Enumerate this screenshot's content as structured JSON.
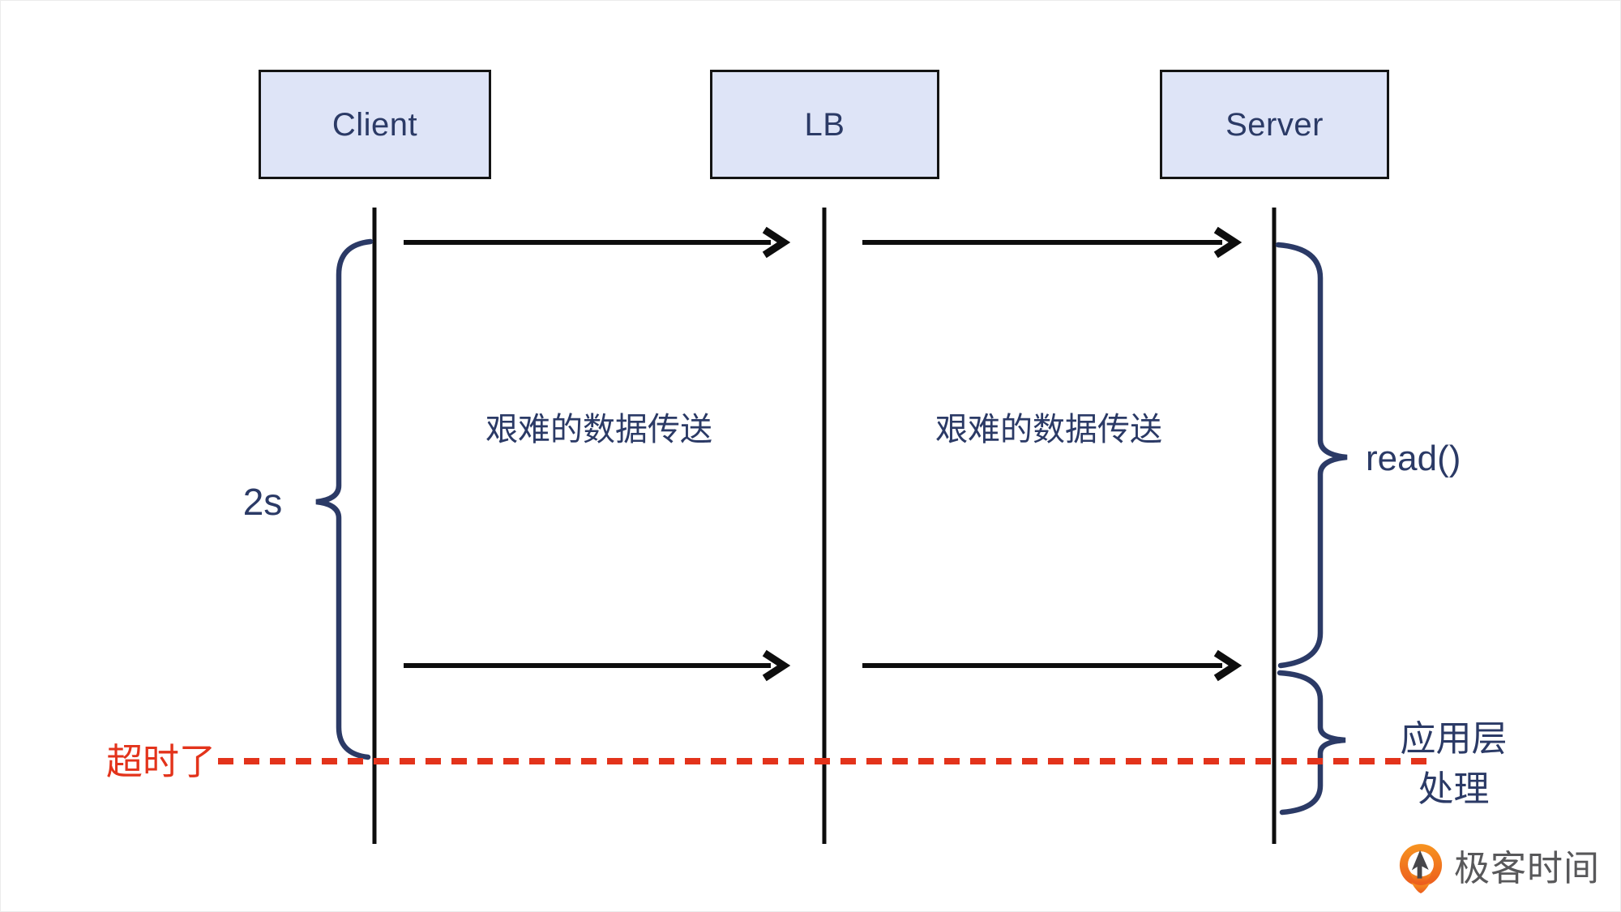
{
  "diagram": {
    "title_hint": "sequence-diagram-timeout",
    "actors": [
      {
        "label": "Client"
      },
      {
        "label": "LB"
      },
      {
        "label": "Server"
      }
    ],
    "messages": {
      "transfer_1": "艰难的数据传送",
      "transfer_2": "艰难的数据传送"
    },
    "annotations": {
      "duration": "2s",
      "timeout": "超时了",
      "read_call": "read()",
      "app_layer_line1": "应用层",
      "app_layer_line2": "处理"
    },
    "colors": {
      "accent_navy": "#2b3a66",
      "alert_red": "#e3331b",
      "box_fill": "#dee4f7",
      "box_border": "#141414",
      "line_black": "#0d0d0d",
      "logo_gray": "#58585a",
      "logo_orange": "#f0670f"
    }
  },
  "branding": {
    "logo_text": "极客时间",
    "logo_icon": "geektime-pin-icon"
  }
}
